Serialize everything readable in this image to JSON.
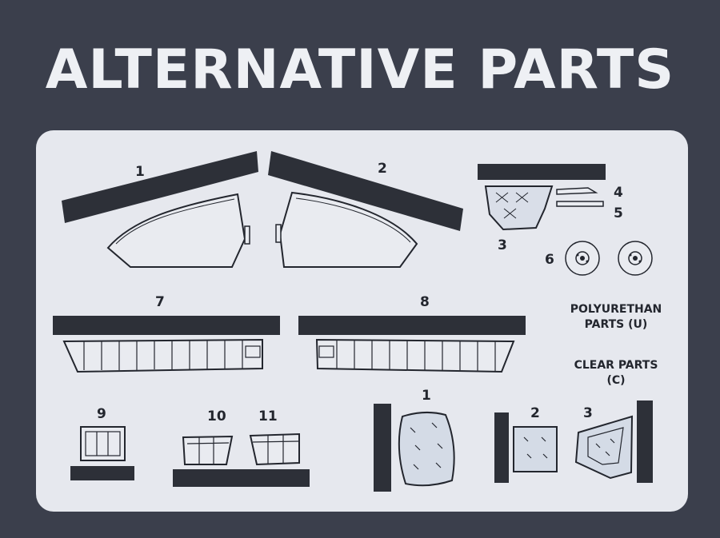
{
  "title": "ALTERNATIVE PARTS",
  "part_numbers": {
    "p1": "1",
    "p2": "2",
    "p3": "3",
    "p4": "4",
    "p5": "5",
    "p6": "6",
    "p7": "7",
    "p8": "8",
    "p9": "9",
    "p10": "10",
    "p11": "11",
    "c1": "1",
    "c2": "2",
    "c3": "3"
  },
  "legend": {
    "polyurethan_line1": "POLYURETHAN",
    "polyurethan_line2": "PARTS (U)",
    "clear_line1": "CLEAR PARTS",
    "clear_line2": "(C)"
  },
  "colors": {
    "background": "#3b3f4c",
    "card": "#e6e8ee",
    "ink": "#23262e",
    "clear_fill": "#d4dbe6"
  }
}
